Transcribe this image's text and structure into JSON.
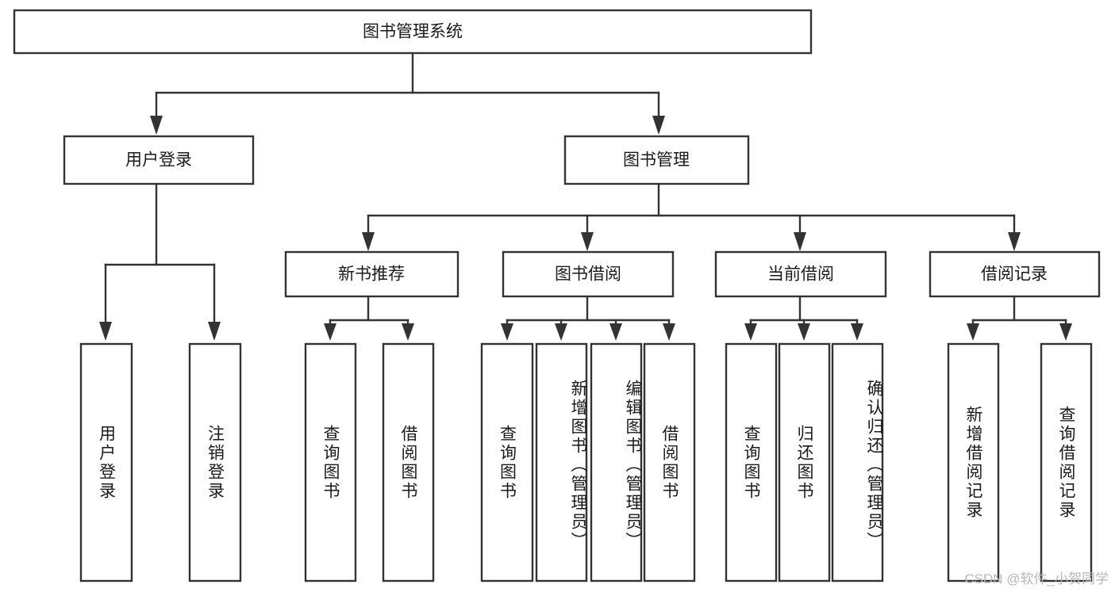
{
  "diagram": {
    "type": "tree-hierarchy",
    "title": "图书管理系统",
    "orientation": "top-down",
    "colors": {
      "box_fill": "#ffffff",
      "box_stroke": "#333333",
      "text": "#1a1a1a",
      "background": "#ffffff",
      "watermark": "#b8b8b8"
    },
    "root": {
      "label": "图书管理系统",
      "text_direction": "horizontal"
    },
    "level2": [
      {
        "label": "用户登录",
        "text_direction": "horizontal"
      },
      {
        "label": "图书管理",
        "text_direction": "horizontal"
      }
    ],
    "level3": [
      {
        "label": "新书推荐",
        "text_direction": "horizontal"
      },
      {
        "label": "图书借阅",
        "text_direction": "horizontal"
      },
      {
        "label": "当前借阅",
        "text_direction": "horizontal"
      },
      {
        "label": "借阅记录",
        "text_direction": "horizontal"
      }
    ],
    "leaves": {
      "user_login": [
        {
          "label": "用户登录",
          "text_direction": "vertical"
        },
        {
          "label": "注销登录",
          "text_direction": "vertical"
        }
      ],
      "new_book_recommend": [
        {
          "label": "查询图书",
          "text_direction": "vertical"
        },
        {
          "label": "借阅图书",
          "text_direction": "vertical"
        }
      ],
      "book_borrow": [
        {
          "label": "查询图书",
          "text_direction": "vertical"
        },
        {
          "label": "新增图书（管理员）",
          "text_direction": "vertical"
        },
        {
          "label": "编辑图书（管理员）",
          "text_direction": "vertical"
        },
        {
          "label": "借阅图书",
          "text_direction": "vertical"
        }
      ],
      "current_borrow": [
        {
          "label": "查询图书",
          "text_direction": "vertical"
        },
        {
          "label": "归还图书",
          "text_direction": "vertical"
        },
        {
          "label": "确认归还（管理员）",
          "text_direction": "vertical"
        }
      ],
      "borrow_record": [
        {
          "label": "新增借阅记录",
          "text_direction": "vertical"
        },
        {
          "label": "查询借阅记录",
          "text_direction": "vertical"
        }
      ]
    },
    "watermark": "CSDN @软件_小贺同学"
  }
}
